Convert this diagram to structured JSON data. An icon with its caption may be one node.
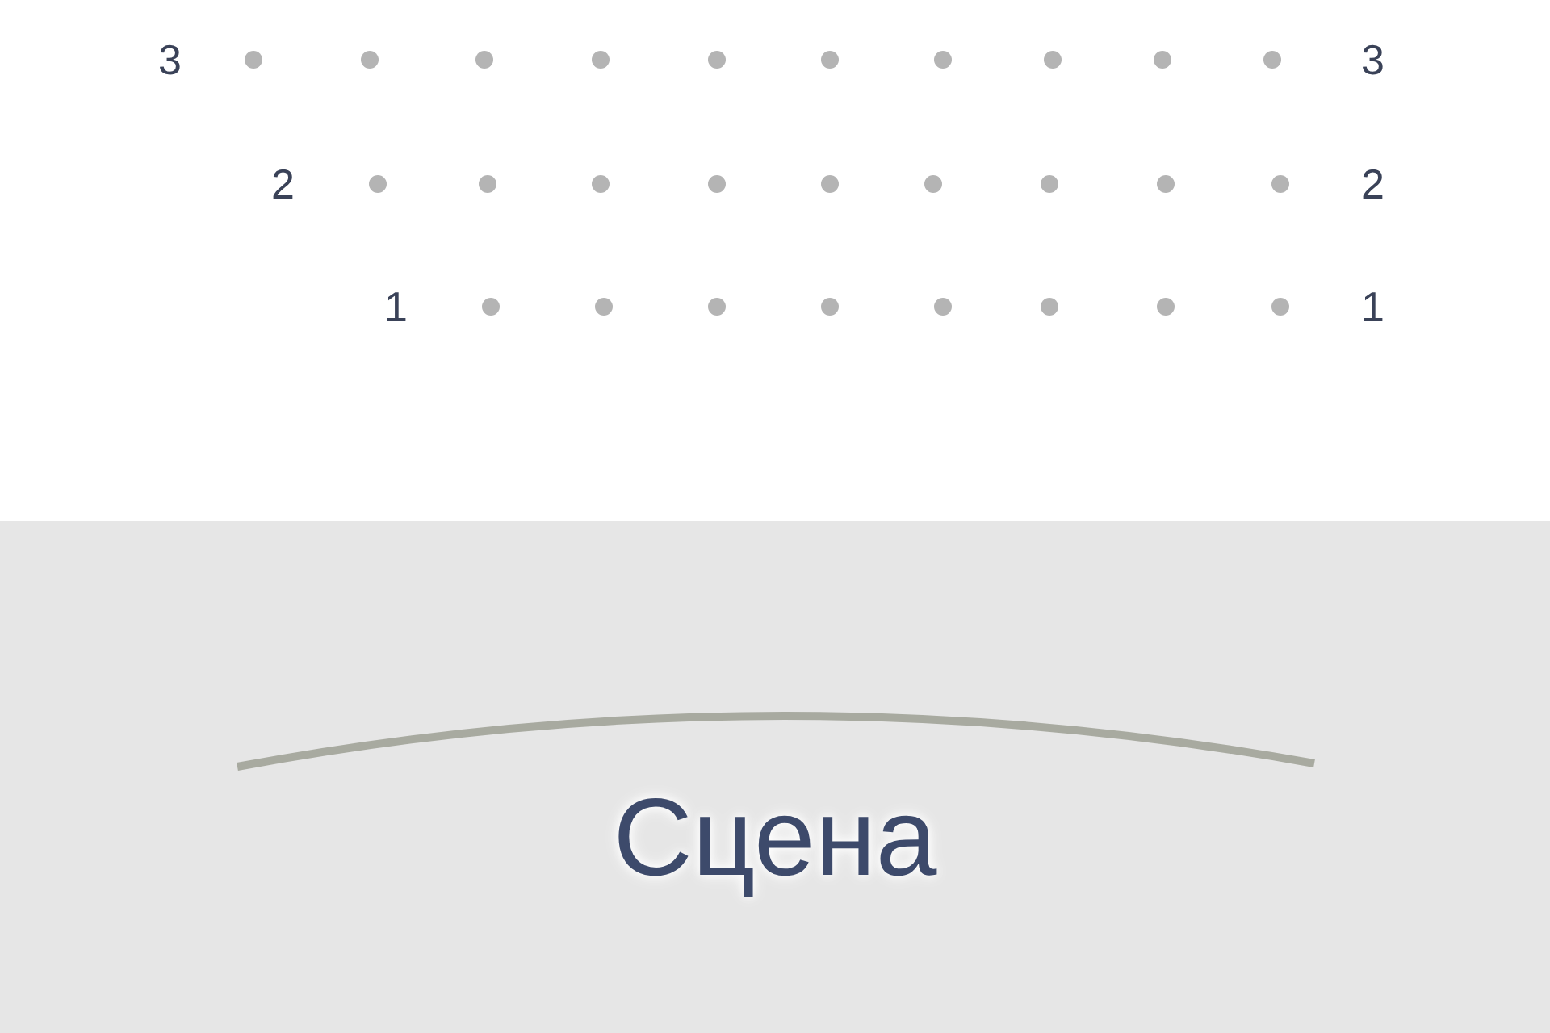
{
  "diagram": {
    "nodes": [
      {
        "text": [
          "Сцена"
        ]
      }
    ],
    "labels": [
      "3",
      "3",
      "2",
      "2",
      "1",
      "1"
    ]
  }
}
